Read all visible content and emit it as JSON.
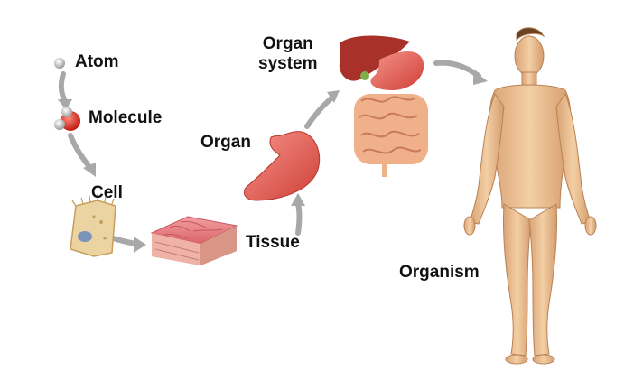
{
  "labels": {
    "atom": "Atom",
    "molecule": "Molecule",
    "cell": "Cell",
    "tissue": "Tissue",
    "organ": "Organ",
    "organ_system_line1": "Organ",
    "organ_system_line2": "system",
    "organism": "Organism"
  },
  "colors": {
    "arrow": "#a8a8a8",
    "skin": "#e8b98b",
    "organ": "#e4605a",
    "liver": "#a8322a",
    "intestine": "#e9a07c",
    "tissue": "#e77a80",
    "cell": "#e8cf9a",
    "atom": "#c8c8c8"
  }
}
